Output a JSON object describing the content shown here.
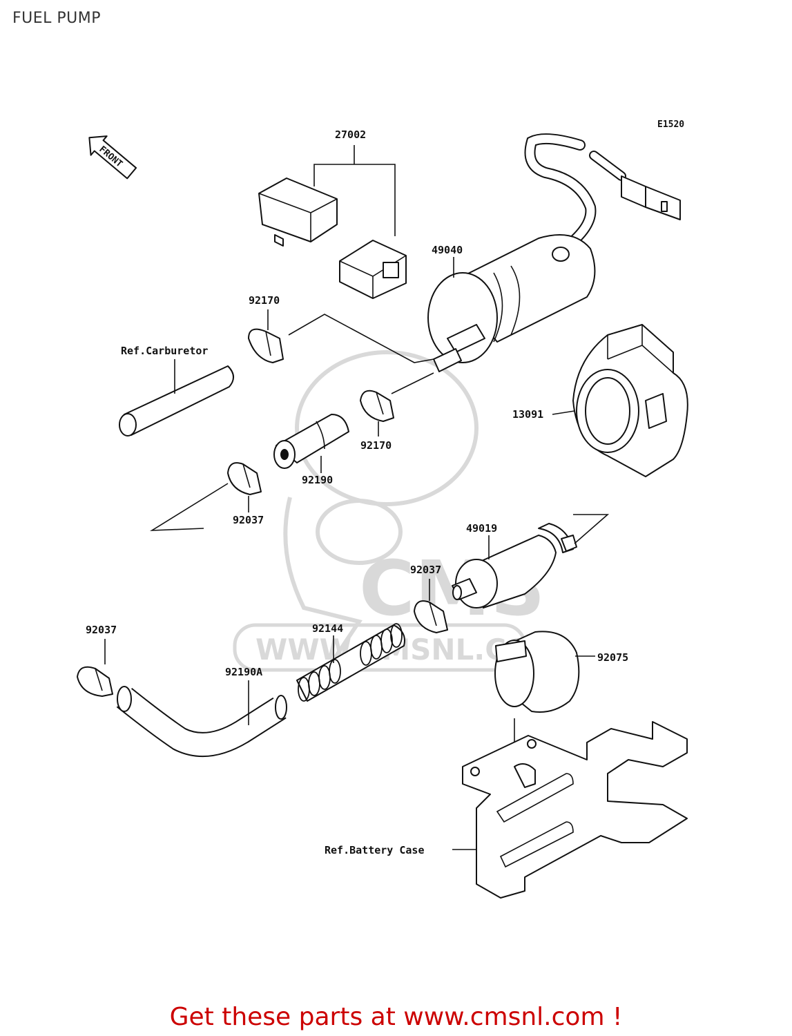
{
  "title": "FUEL PUMP",
  "diagram_code": "E1520",
  "front_label": "FRONT",
  "labels": {
    "p27002": "27002",
    "p49040": "49040",
    "p92170a": "92170",
    "p92170b": "92170",
    "p13091": "13091",
    "p92190": "92190",
    "p92037a": "92037",
    "p92037b": "92037",
    "p92037c": "92037",
    "p49019": "49019",
    "p92144": "92144",
    "p92190A": "92190A",
    "p92075": "92075",
    "ref_carburetor": "Ref.Carburetor",
    "ref_battery_case": "Ref.Battery Case"
  },
  "watermark": {
    "brand": "CMS",
    "url": "WWW.CMSNL.COM"
  },
  "cta": "Get these parts at www.cmsnl.com !"
}
